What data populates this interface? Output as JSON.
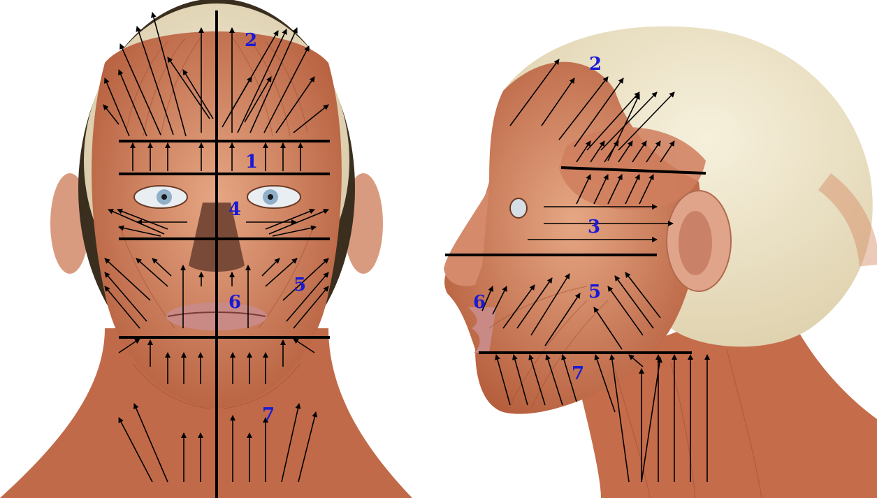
{
  "colors": {
    "label": "#1a1ad6",
    "muscle": "#c9714f",
    "muscle_light": "#e2a181",
    "skin": "#e7b39a",
    "scalp": "#efe7cf",
    "hair_shadow": "#2a2216",
    "lines": "#000000"
  },
  "front_view": {
    "zone_labels": [
      "2",
      "1",
      "4",
      "5",
      "6",
      "7"
    ]
  },
  "side_view": {
    "zone_labels": [
      "2",
      "3",
      "6",
      "5",
      "7"
    ]
  }
}
